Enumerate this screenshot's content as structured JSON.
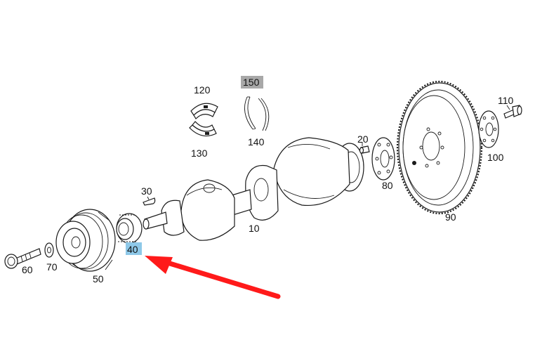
{
  "callouts": {
    "p10": "10",
    "p20": "20",
    "p30": "30",
    "p40": "40",
    "p50": "50",
    "p60": "60",
    "p70": "70",
    "p80": "80",
    "p90": "90",
    "p100": "100",
    "p110": "110",
    "p120": "120",
    "p130": "130",
    "p140": "140",
    "p150": "150"
  },
  "highlight": {
    "selected_part": "40",
    "selected_color": "#8ec8e8",
    "secondary_part": "150",
    "secondary_color": "#a8a8a8"
  },
  "arrow_color": "#ff1a1a"
}
